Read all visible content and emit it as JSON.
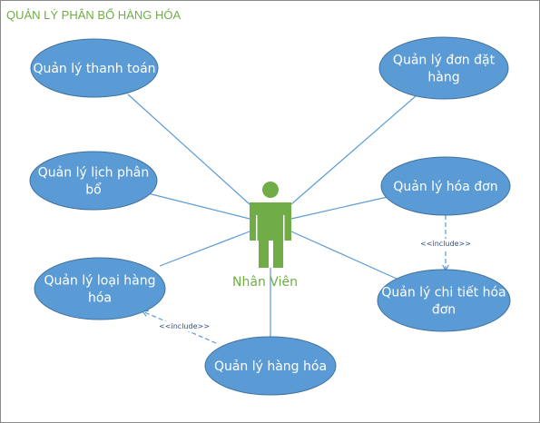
{
  "diagram": {
    "title": "QUẢN LÝ PHÂN BỔ HÀNG HÓA",
    "actor": {
      "name": "Nhân Viên",
      "icon": "person-icon",
      "color": "#70ad47"
    },
    "use_cases": [
      {
        "id": "uc-thanh-toan",
        "lines": [
          "Quản lý thanh toán"
        ]
      },
      {
        "id": "uc-lich-phan-bo",
        "lines": [
          "Quản lý lịch phân",
          "bổ"
        ]
      },
      {
        "id": "uc-loai-hang-hoa",
        "lines": [
          "Quản lý loại hàng",
          "hóa"
        ]
      },
      {
        "id": "uc-hang-hoa",
        "lines": [
          "Quản lý hàng hóa"
        ]
      },
      {
        "id": "uc-don-dat-hang",
        "lines": [
          "Quản lý đơn đặt",
          "hàng"
        ]
      },
      {
        "id": "uc-hoa-don",
        "lines": [
          "Quản lý hóa đơn"
        ]
      },
      {
        "id": "uc-chi-tiet-hoa-don",
        "lines": [
          "Quản lý chi tiết hóa",
          "đơn"
        ]
      }
    ],
    "include_relations": [
      {
        "from": "uc-hoa-don",
        "to": "uc-chi-tiet-hoa-don",
        "label": "<<include>>"
      },
      {
        "from": "uc-hang-hoa",
        "to": "uc-loai-hang-hoa",
        "label": "<<include>>"
      }
    ],
    "colors": {
      "use_case_fill": "#5b9bd5",
      "use_case_text": "#ffffff",
      "actor": "#70ad47",
      "title": "#70ad47",
      "lines": "#5b9bd5"
    }
  }
}
